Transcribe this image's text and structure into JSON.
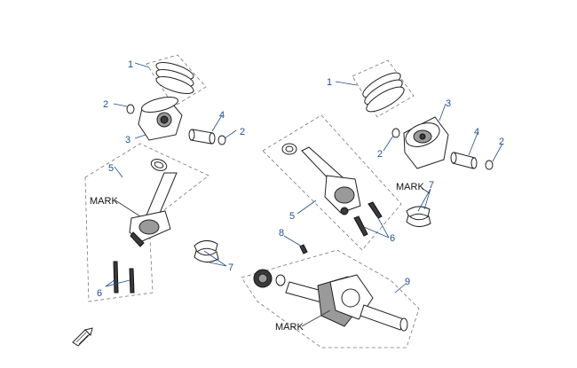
{
  "callouts": {
    "l1": "1",
    "l2a": "2",
    "l2b": "2",
    "l3": "3",
    "l4": "4",
    "l5": "5",
    "l6": "6",
    "l7": "7",
    "r1": "1",
    "r2a": "2",
    "r2b": "2",
    "r3": "3",
    "r4": "4",
    "r5": "5",
    "r6": "6",
    "r7": "7",
    "r8": "8",
    "r9": "9"
  },
  "marks": {
    "rod_left": "MARK",
    "piston_right": "MARK",
    "crankshaft": "MARK"
  },
  "colors": {
    "callout": "#1f4e8c",
    "line": "#222222"
  },
  "icons": {
    "orientation": "front-arrow-icon"
  }
}
